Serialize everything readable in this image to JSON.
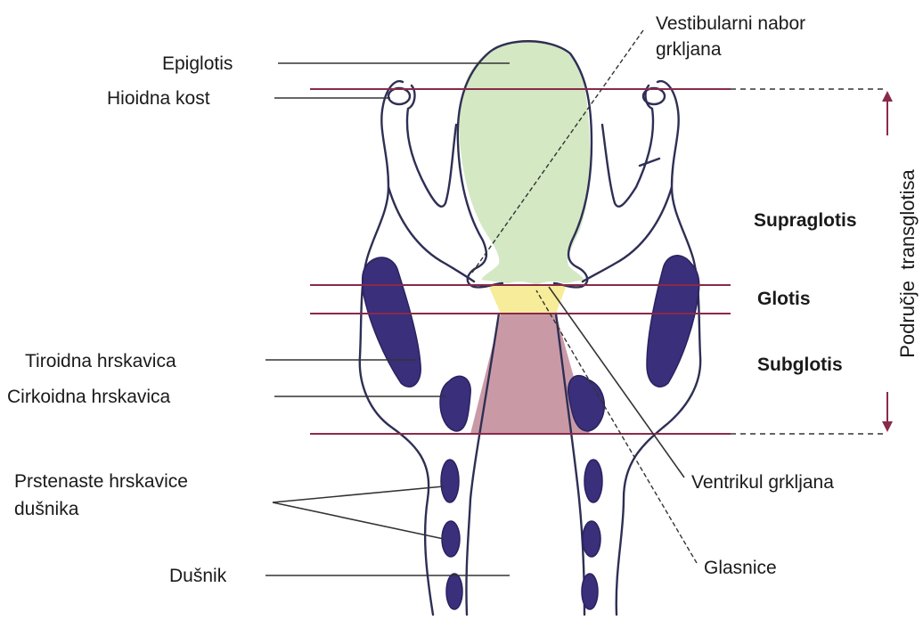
{
  "labels": {
    "epiglotis": "Epiglotis",
    "hioidna_kost": "Hioidna kost",
    "vestibularni_line1": "Vestibularni nabor",
    "vestibularni_line2": "grkljana",
    "tiroidna": "Tiroidna hrskavica",
    "cirkoidna": "Cirkoidna hrskavica",
    "prstenaste_line1": "Prstenaste hrskavice",
    "prstenaste_line2": "dušnika",
    "dusnik": "Dušnik",
    "ventrikul": "Ventrikul grkljana",
    "glasnice": "Glasnice",
    "supraglotis": "Supraglotis",
    "glotis": "Glotis",
    "subglotis": "Subglotis",
    "podrucje": "Područje  transglotisa"
  },
  "colors": {
    "supraglottic_fill": "#d4e8c4",
    "glottic_fill": "#f7ec9a",
    "subglottic_fill": "#c99aa6",
    "cartilage": "#3a2f7a",
    "level_line": "#8a2a4a",
    "outline": "#2e2f54"
  }
}
